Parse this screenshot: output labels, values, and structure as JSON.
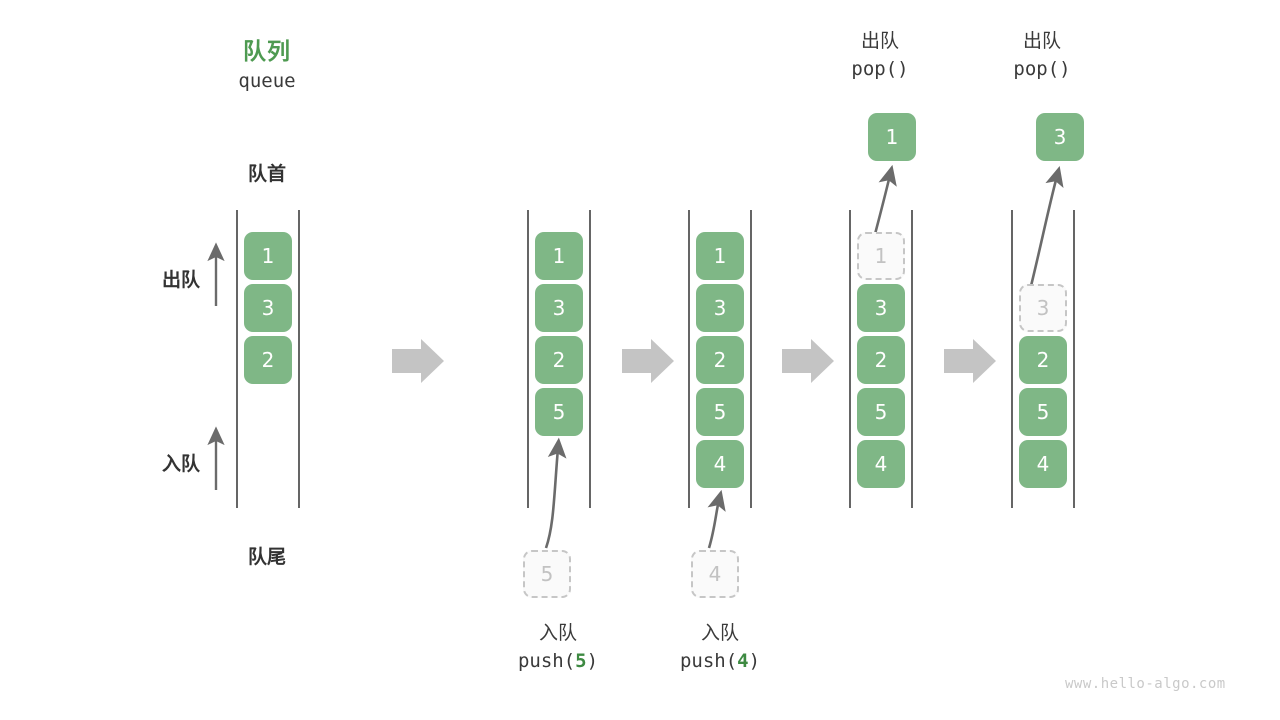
{
  "header": {
    "title_cn": "队列",
    "title_en": "queue",
    "title_color": "#4e9a51"
  },
  "labels": {
    "front": "队首",
    "rear": "队尾",
    "dequeue_direction": "出队",
    "enqueue_direction": "入队"
  },
  "theme": {
    "cell_fill": "#7fb786",
    "cell_text": "#ffffff",
    "ghost_fill": "#fafafa",
    "ghost_border": "#c6c6c6",
    "ghost_text": "#c2c2c2",
    "rail": "#3f3f3f",
    "flow_arrow": "#c4c4c4",
    "motion_arrow": "#6b6b6b",
    "accent": "#3e8a42"
  },
  "stages": [
    {
      "id": "initial",
      "cells": [
        "1",
        "3",
        "2"
      ],
      "ghost_index": null,
      "caption_cn": "",
      "caption_code": "",
      "caption_arg": "",
      "popped_value": "",
      "incoming_value": ""
    },
    {
      "id": "push-5",
      "cells": [
        "1",
        "3",
        "2",
        "5"
      ],
      "ghost_index": null,
      "caption_cn": "入队",
      "caption_code_prefix": "push(",
      "caption_arg": "5",
      "caption_code_suffix": ")",
      "popped_value": "",
      "incoming_value": "5"
    },
    {
      "id": "push-4",
      "cells": [
        "1",
        "3",
        "2",
        "5",
        "4"
      ],
      "ghost_index": null,
      "caption_cn": "入队",
      "caption_code_prefix": "push(",
      "caption_arg": "4",
      "caption_code_suffix": ")",
      "popped_value": "",
      "incoming_value": "4"
    },
    {
      "id": "pop-1",
      "cells": [
        "1",
        "3",
        "2",
        "5",
        "4"
      ],
      "ghost_index": 0,
      "caption_cn": "出队",
      "caption_code_prefix": "pop(",
      "caption_arg": "",
      "caption_code_suffix": ")",
      "popped_value": "1",
      "incoming_value": ""
    },
    {
      "id": "pop-3",
      "cells": [
        "3",
        "2",
        "5",
        "4"
      ],
      "ghost_index": 0,
      "caption_cn": "出队",
      "caption_code_prefix": "pop(",
      "caption_arg": "",
      "caption_code_suffix": ")",
      "popped_value": "3",
      "incoming_value": ""
    }
  ],
  "stage_cell_labels": {
    "s0": [
      "1",
      "3",
      "2"
    ],
    "s1": [
      "1",
      "3",
      "2",
      "5"
    ],
    "s2": [
      "1",
      "3",
      "2",
      "5",
      "4"
    ],
    "s3": [
      "1",
      "3",
      "2",
      "5",
      "4"
    ],
    "s4": [
      "3",
      "2",
      "5",
      "4"
    ]
  },
  "pop_captions": {
    "c4_cn": "出队",
    "c4_code": "pop()",
    "c5_cn": "出队",
    "c5_code": "pop()"
  },
  "push_captions": {
    "c2_cn": "入队",
    "c2_code_open": "push(",
    "c2_code_arg": "5",
    "c2_code_close": ")",
    "c3_cn": "入队",
    "c3_code_open": "push(",
    "c3_code_arg": "4",
    "c3_code_close": ")"
  },
  "popped_boxes": {
    "p4": "1",
    "p5": "3"
  },
  "incoming_boxes": {
    "i2": "5",
    "i3": "4"
  },
  "cells": {
    "s0c0": "1",
    "s0c1": "3",
    "s0c2": "2",
    "s1c0": "1",
    "s1c1": "3",
    "s1c2": "2",
    "s1c3": "5",
    "s2c0": "1",
    "s2c1": "3",
    "s2c2": "2",
    "s2c3": "5",
    "s2c4": "4",
    "s3c0": "1",
    "s3c1": "3",
    "s3c2": "2",
    "s3c3": "5",
    "s3c4": "4",
    "s4c0": "3",
    "s4c1": "2",
    "s4c2": "5",
    "s4c3": "4"
  },
  "footer": {
    "watermark": "www.hello-algo.com"
  }
}
